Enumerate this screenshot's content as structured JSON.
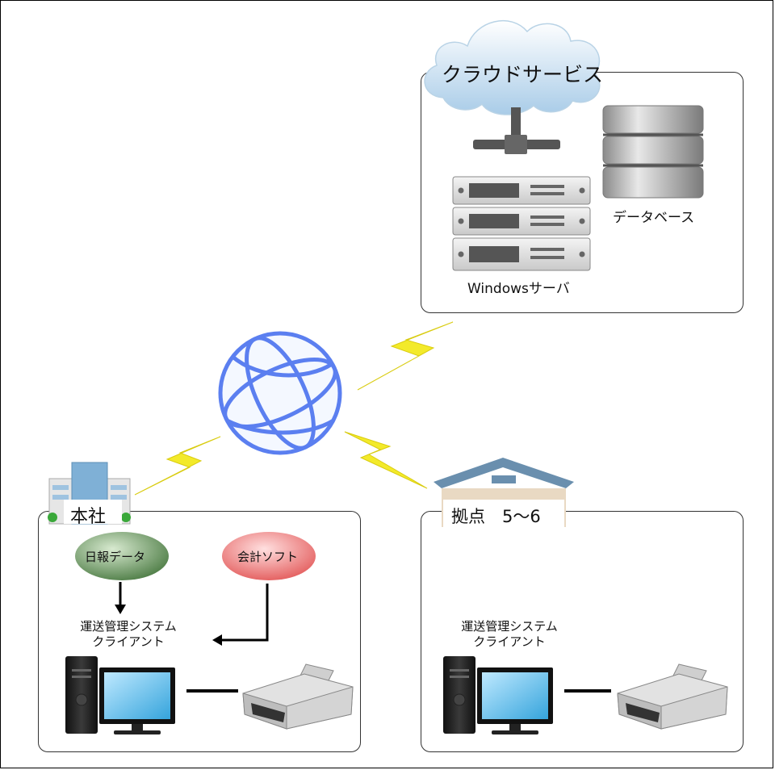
{
  "cloud": {
    "title": "クラウドサービス",
    "server_label": "Windowsサーバ",
    "db_label": "データベース"
  },
  "hq": {
    "title": "本社",
    "daily_report": "日報データ",
    "accounting": "会計ソフト",
    "client_line1": "運送管理システム",
    "client_line2": "クライアント"
  },
  "branch": {
    "title": "拠点　5～6",
    "client_line1": "運送管理システム",
    "client_line2": "クライアント"
  },
  "colors": {
    "globe": "#5b7ff0",
    "lightning": "#f3ea2a",
    "daily_report_bubble": "#6f9a64",
    "accounting_bubble": "#f07878",
    "panel_border": "#333333"
  }
}
